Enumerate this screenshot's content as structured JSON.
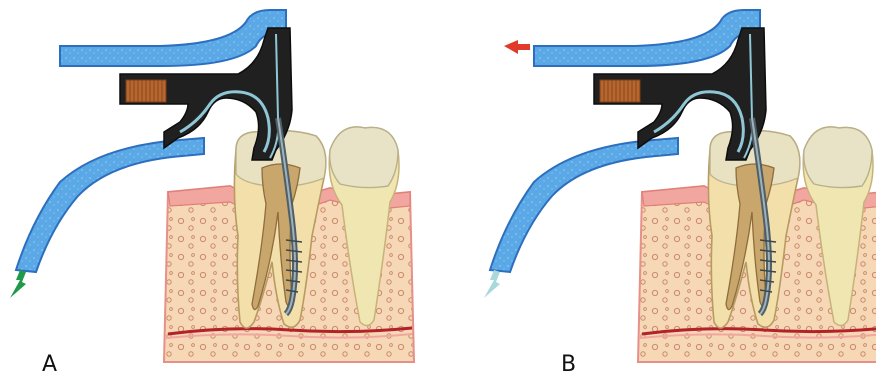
{
  "panels": [
    {
      "id": "A",
      "label": "A",
      "inflow_arrow_color": "#1f9a4a",
      "outflow_arrow": false
    },
    {
      "id": "B",
      "label": "B",
      "inflow_arrow_color": "#a9d9dd",
      "outflow_arrow": true,
      "outflow_arrow_color": "#e23a2a"
    }
  ],
  "colors": {
    "tube_fill": "#5aa8e6",
    "tube_stroke": "#2d6fbf",
    "handpiece": "#202020",
    "coil": "#b8662f",
    "gum": "#f1a7a0",
    "bone": "#f6d7b6",
    "blood_vessel": "#b3222a",
    "enamel": "#e8e3c6",
    "dentin": "#f2dfaa",
    "root_canal": "#c9a66b",
    "file": "#4f5f68"
  }
}
